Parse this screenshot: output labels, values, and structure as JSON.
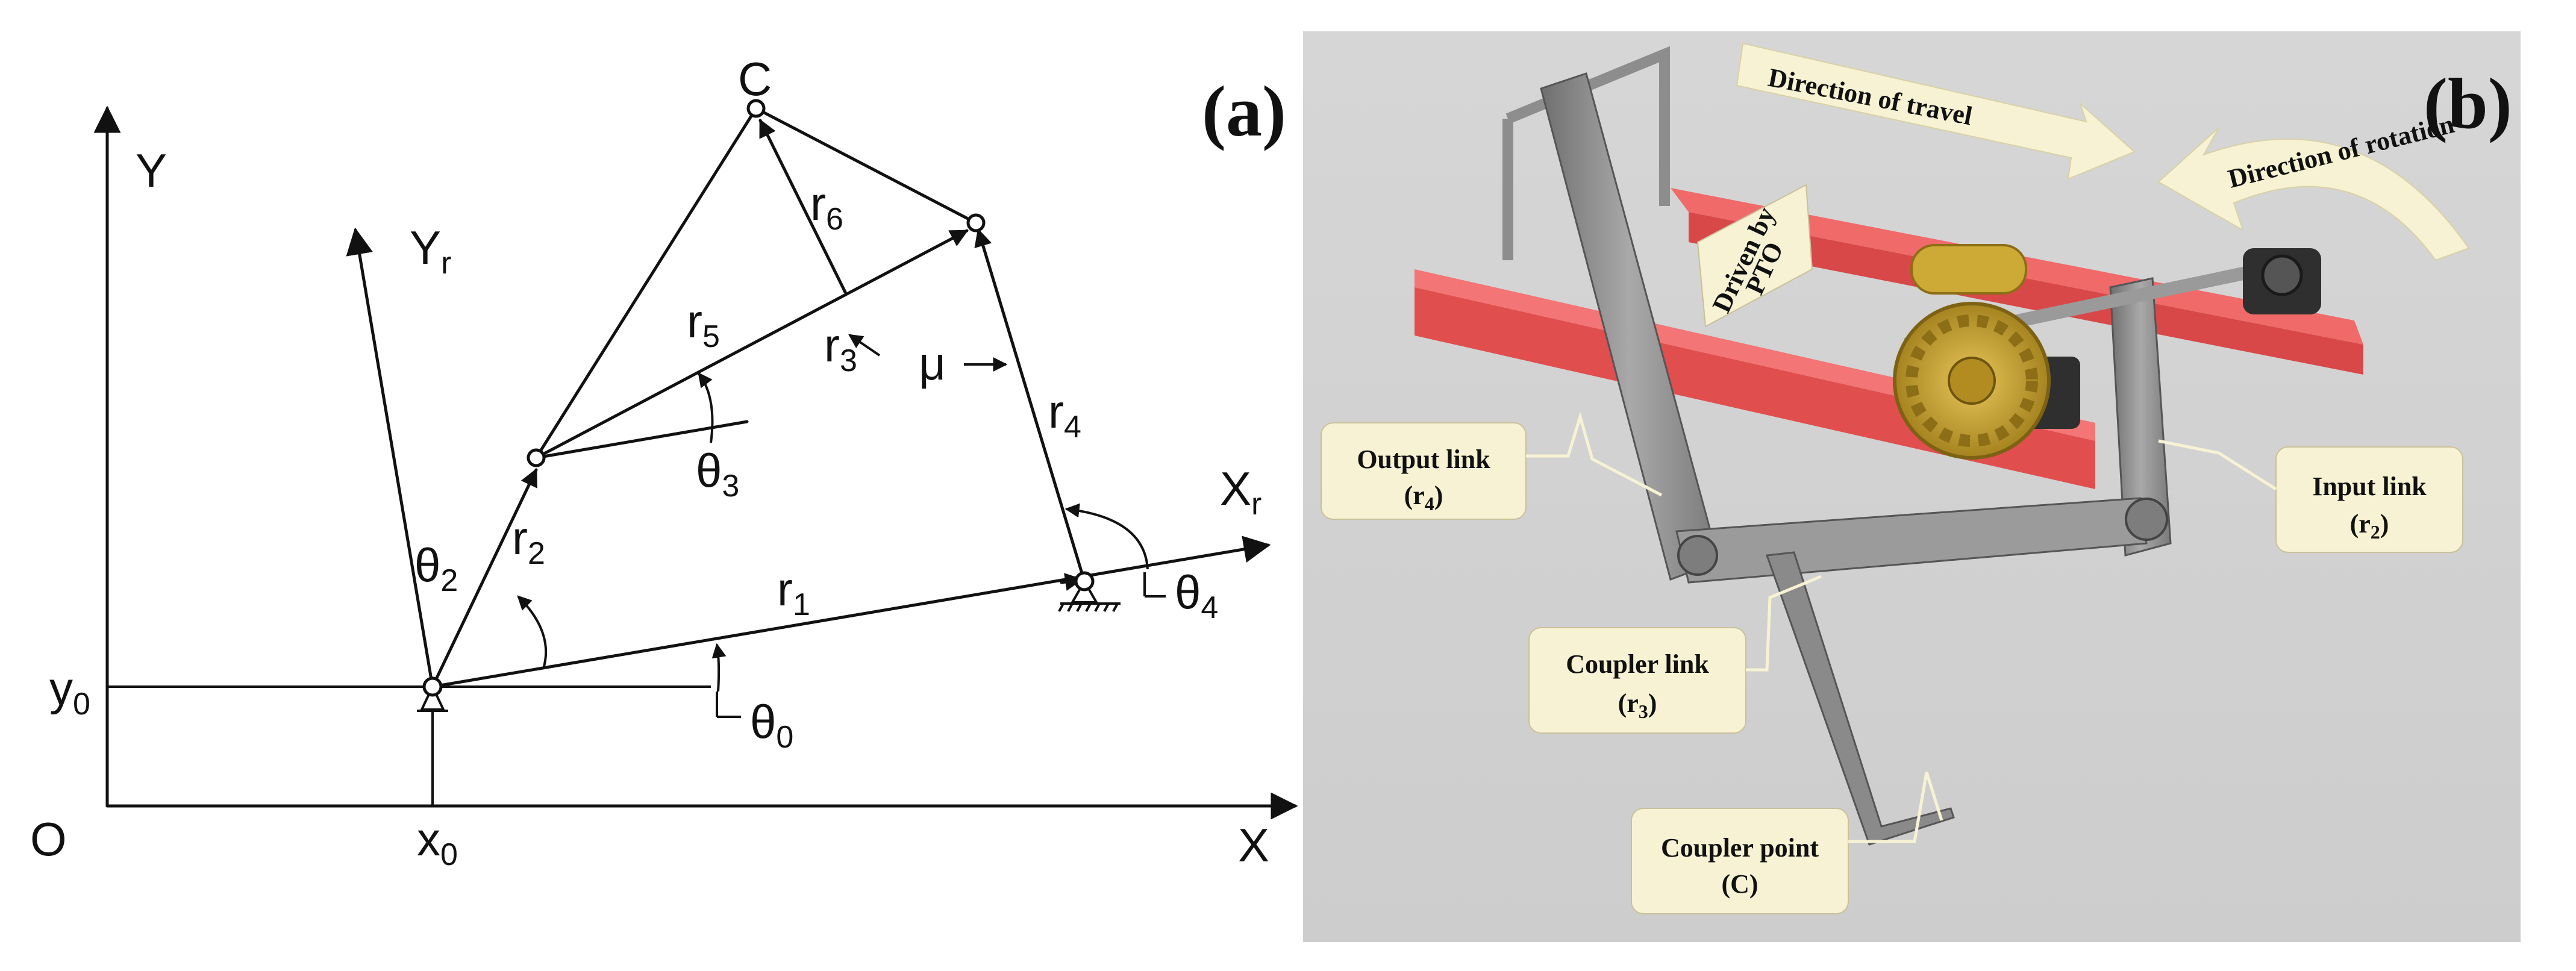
{
  "panel_a": {
    "tag": "(a)",
    "axis_x": "X",
    "axis_y": "Y",
    "origin": "O",
    "x0_main": "x",
    "x0_sub": "0",
    "y0_main": "y",
    "y0_sub": "0",
    "xr_main": "X",
    "xr_sub": "r",
    "yr_main": "Y",
    "yr_sub": "r",
    "point_c": "C",
    "r1_main": "r",
    "r1_sub": "1",
    "r2_main": "r",
    "r2_sub": "2",
    "r3_main": "r",
    "r3_sub": "3",
    "r4_main": "r",
    "r4_sub": "4",
    "r5_main": "r",
    "r5_sub": "5",
    "r6_main": "r",
    "r6_sub": "6",
    "mu": "μ",
    "theta0_main": "θ",
    "theta0_sub": "0",
    "theta2_main": "θ",
    "theta2_sub": "2",
    "theta3_main": "θ",
    "theta3_sub": "3",
    "theta4_main": "θ",
    "theta4_sub": "4"
  },
  "panel_b": {
    "tag": "(b)",
    "direction_travel": "Direction of travel",
    "direction_rotation": "Direction of rotation",
    "driven_line1": "Driven by",
    "driven_line2": "PTO",
    "output_link_line1": "Output link",
    "output_link_line2": "(r",
    "output_link_sub": "4",
    "output_link_close": ")",
    "input_link_line1": "Input link",
    "input_link_line2": "(r",
    "input_link_sub": "2",
    "input_link_close": ")",
    "coupler_link_line1": "Coupler link",
    "coupler_link_line2": "(r",
    "coupler_link_sub": "3",
    "coupler_link_close": ")",
    "coupler_point_line1": "Coupler point",
    "coupler_point_line2": "(C)",
    "colors": {
      "background": "#d2d2d2",
      "frame": "#ee5a5a",
      "link": "#8f8f8f",
      "gear": "#c9a52c",
      "bearing": "#2e2e2e",
      "callout": "#f6f2d3"
    }
  }
}
